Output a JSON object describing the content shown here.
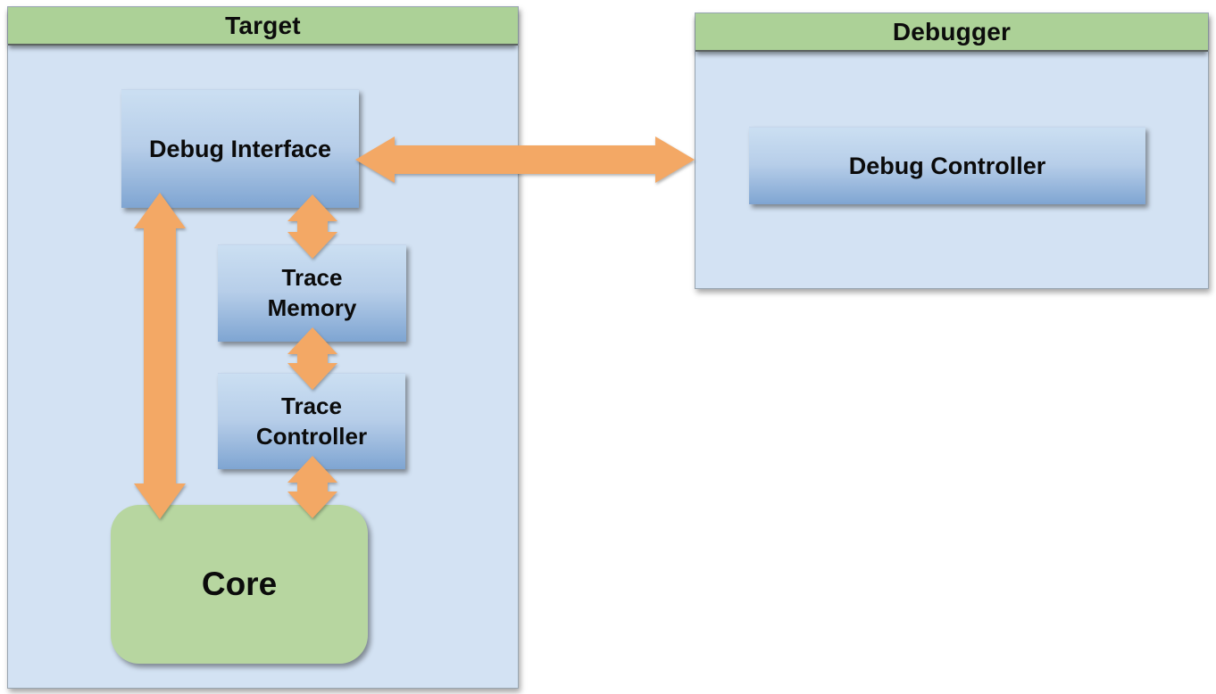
{
  "colors": {
    "header-green": "#acd197",
    "body-blue": "#d3e2f3",
    "node-top": "#cbdff2",
    "node-mid": "#b7cee9",
    "node-bottom": "#7fa5d2",
    "core-green": "#b7d6a0",
    "arrow": "#f3a865",
    "text": "#0b0b0b"
  },
  "containers": {
    "target": {
      "title": "Target"
    },
    "debugger": {
      "title": "Debugger"
    }
  },
  "nodes": {
    "debug_interface": {
      "label": "Debug Interface"
    },
    "trace_memory": {
      "line1": "Trace",
      "line2": "Memory"
    },
    "trace_controller": {
      "line1": "Trace",
      "line2": "Controller"
    },
    "core": {
      "label": "Core"
    },
    "debug_controller": {
      "label": "Debug Controller"
    }
  },
  "edges": [
    {
      "from": "debug_interface",
      "to": "debug_controller",
      "bidirectional": true
    },
    {
      "from": "debug_interface",
      "to": "trace_memory",
      "bidirectional": true
    },
    {
      "from": "trace_memory",
      "to": "trace_controller",
      "bidirectional": true
    },
    {
      "from": "trace_controller",
      "to": "core",
      "bidirectional": true
    },
    {
      "from": "debug_interface",
      "to": "core",
      "bidirectional": true
    }
  ]
}
